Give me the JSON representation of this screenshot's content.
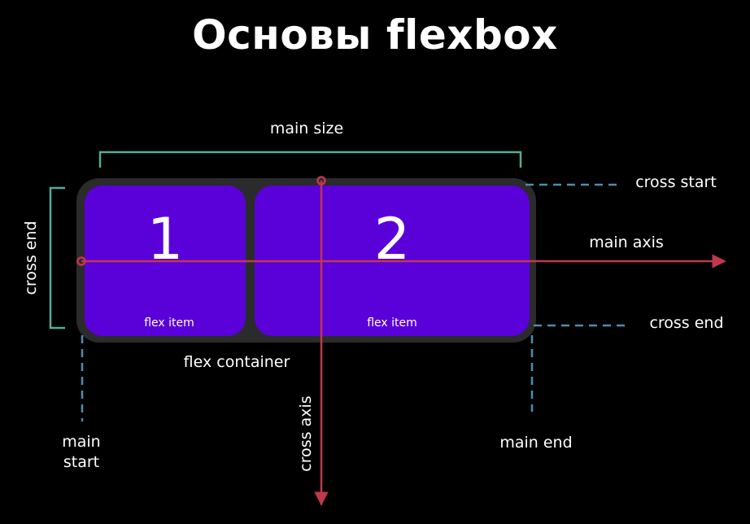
{
  "title": "Основы flexbox",
  "labels": {
    "main_size": "main size",
    "cross_start": "cross start",
    "main_axis": "main axis",
    "cross_end_right": "cross end",
    "cross_end_left": "cross end",
    "flex_container": "flex container",
    "cross_axis": "cross axis",
    "main_start_line1": "main",
    "main_start_line2": "start",
    "main_end": "main end"
  },
  "items": [
    {
      "number": "1",
      "caption": "flex item"
    },
    {
      "number": "2",
      "caption": "flex item"
    }
  ],
  "colors": {
    "background": "#000000",
    "container": "#2b2b2b",
    "item": "#5a00d9",
    "axis": "#c0384c",
    "bracket": "#4fae96",
    "dashed": "#4a8fb0",
    "text": "#ffffff"
  }
}
